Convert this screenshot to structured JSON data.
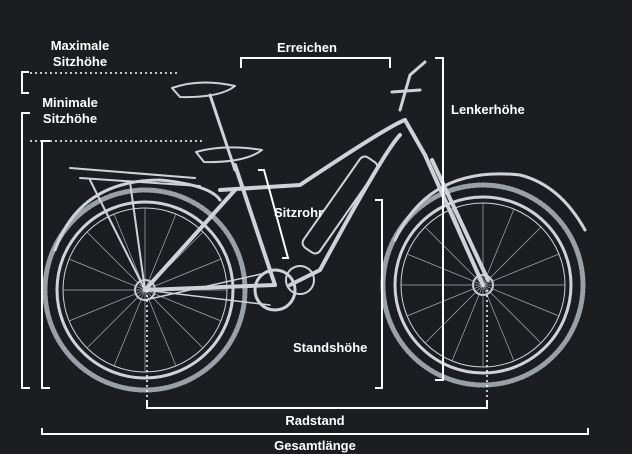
{
  "labels": {
    "max_seat_height": [
      "Maximale",
      "Sitzhöhe"
    ],
    "min_seat_height": [
      "Minimale",
      "Sitzhöhe"
    ],
    "reach": "Erreichen",
    "handlebar_height": "Lenkerhöhe",
    "seat_tube": "Sitzrohr",
    "standover_height": "Standshöhe",
    "wheelbase": "Radstand",
    "total_length": "Gesamtlänge"
  },
  "colors": {
    "background": "#1b1d20",
    "line": "#ffffff",
    "bike": "#cfd3d8"
  }
}
